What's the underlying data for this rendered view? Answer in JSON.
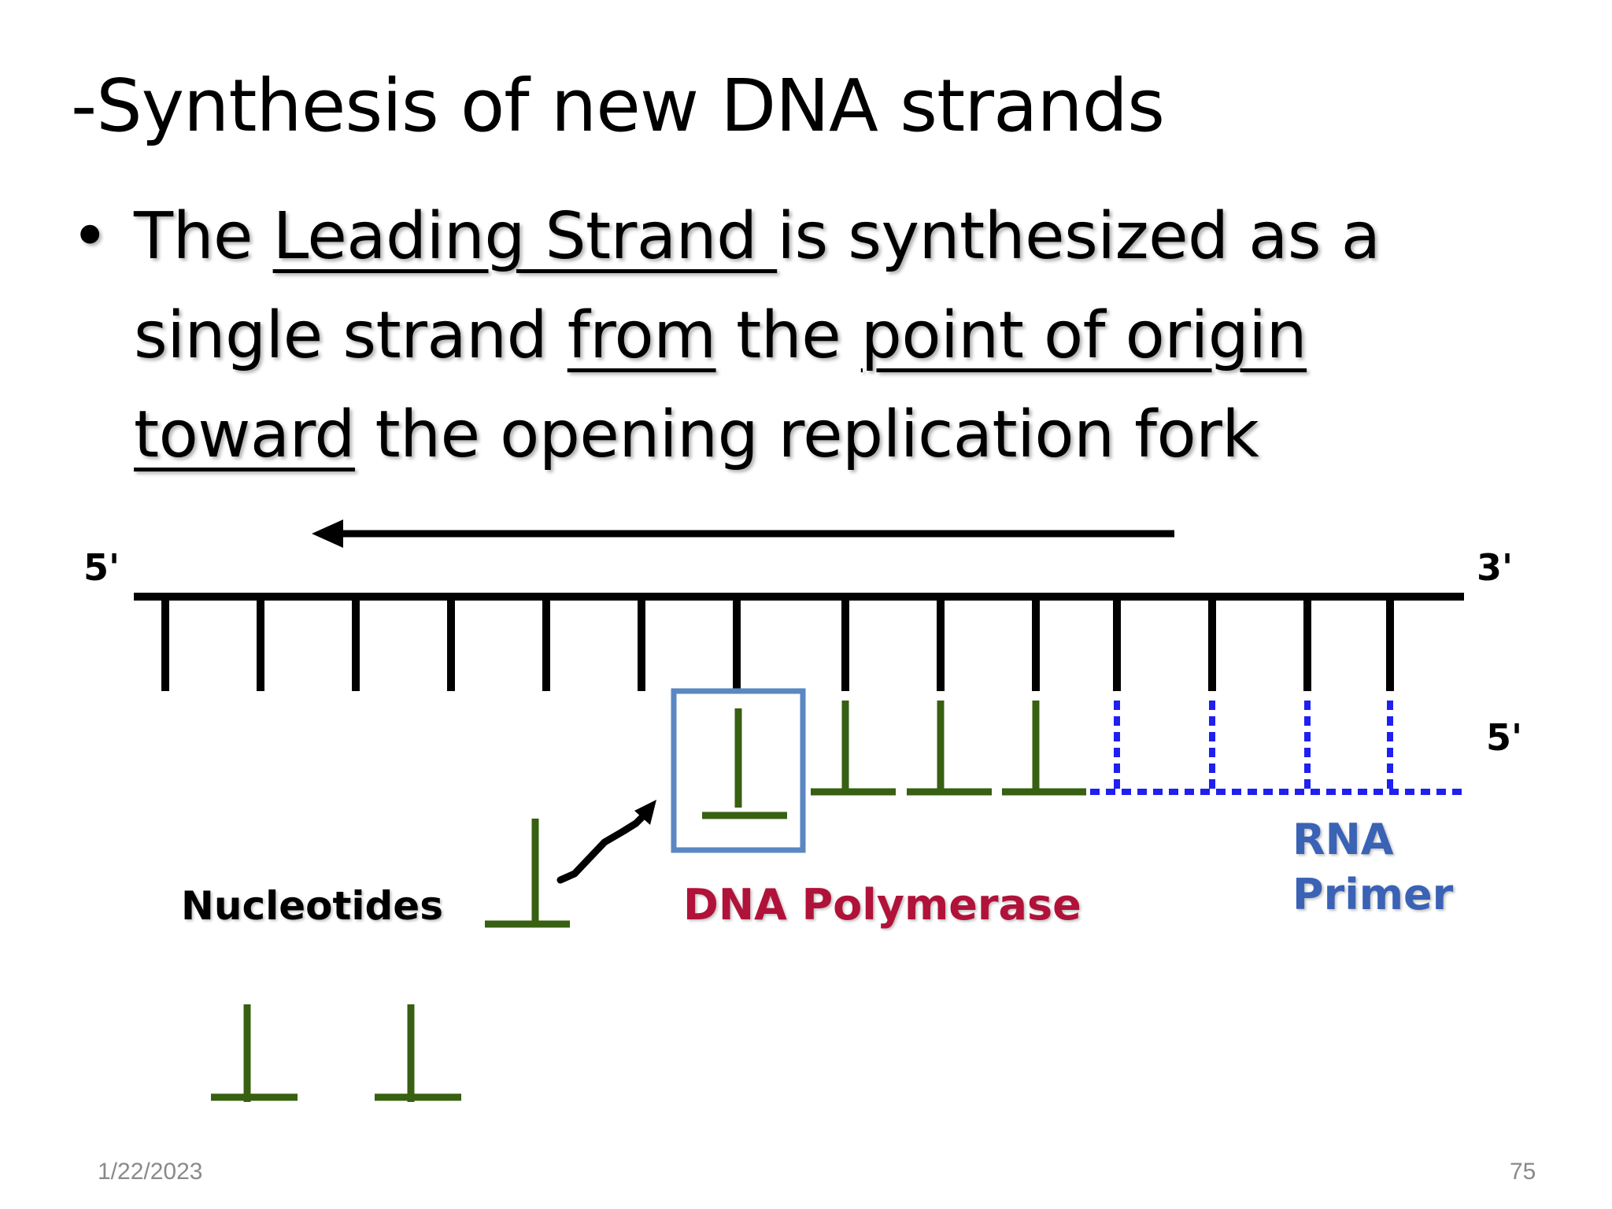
{
  "slide": {
    "title": "-Synthesis of new DNA strands",
    "bullet": {
      "symbol": "•",
      "line1": {
        "w1": "The ",
        "u1": "Leading Strand ",
        "w2": "is synthesized as a"
      },
      "line2": {
        "w1": "single strand ",
        "u1": "from",
        "w2": " the ",
        "u2": "point of origin"
      },
      "line3": {
        "u1": "toward",
        "w1": " the opening replication fork"
      }
    }
  },
  "diagram": {
    "template_strand": {
      "end_left": "5'",
      "end_right": "3'"
    },
    "new_strand": {
      "end_right": "5'"
    },
    "labels": {
      "nucleotides": "Nucleotides",
      "polymerase": "DNA Polymerase",
      "primer_line1": "RNA",
      "primer_line2": "Primer"
    },
    "colors": {
      "template": "#000000",
      "dna_nucleotide": "#376012",
      "rna_primer": "#1f1ff0",
      "polymerase_box": "#5b87c2",
      "polymerase_text": "#b0123a",
      "primer_text": "#3a62b5"
    }
  },
  "footer": {
    "date": "1/22/2023",
    "page_number": "75"
  }
}
